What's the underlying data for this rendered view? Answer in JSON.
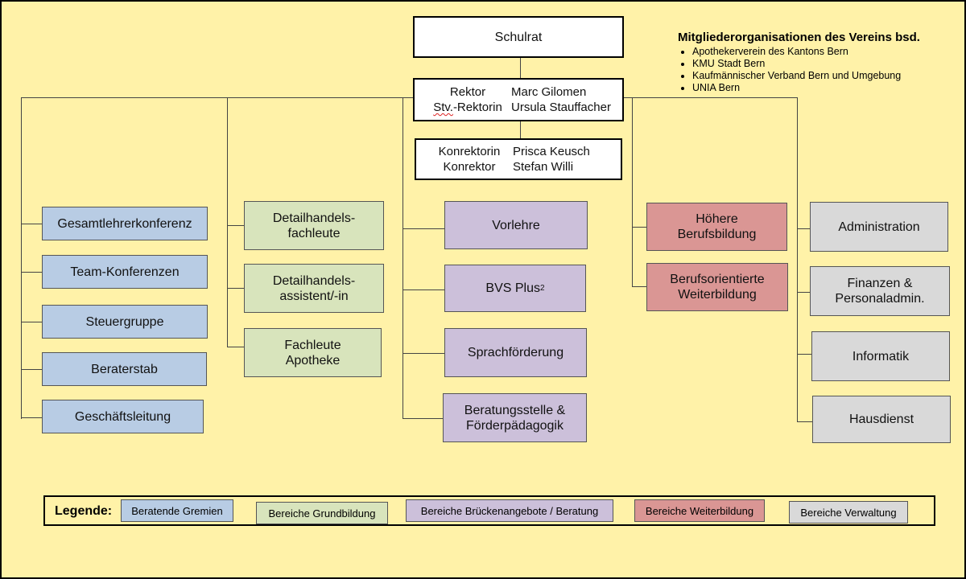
{
  "top": {
    "schulrat": "Schulrat",
    "rektorat": [
      {
        "role": "Rektor",
        "name": "Marc Gilomen"
      },
      {
        "role_prefix": "Stv.",
        "role": "-Rektorin",
        "name": "Ursula Stauffacher"
      }
    ],
    "konrektorat": [
      {
        "role": "Konrektorin",
        "name": "Prisca Keusch"
      },
      {
        "role": "Konrektor",
        "name": "Stefan Willi"
      }
    ]
  },
  "members": {
    "title": "Mitgliederorganisationen des Vereins bsd.",
    "items": [
      "Apothekerverein des Kantons Bern",
      "KMU Stadt Bern",
      "Kaufmännischer Verband Bern und Umgebung",
      "UNIA Bern"
    ]
  },
  "columns": {
    "beratend": [
      "Gesamtlehrerkonferenz",
      "Team-Konferenzen",
      "Steuergruppe",
      "Beraterstab",
      "Geschäftsleitung"
    ],
    "grundbildung": [
      "Detailhandels-\nfachleute",
      "Detailhandels-\nassistent/-in",
      "Fachleute\nApotheke"
    ],
    "brueckenangebote": {
      "vorlehre": "Vorlehre",
      "bvs": "BVS Plus",
      "bvs_sup": "2",
      "sprach": "Sprachförderung",
      "beratung": "Beratungsstelle  &\nFörderpädagogik"
    },
    "weiterbildung": [
      "Höhere\nBerufsbildung",
      "Berufsorientierte\nWeiterbildung"
    ],
    "verwaltung": [
      "Administration",
      "Finanzen  &\nPersonaladmin.",
      "Informatik",
      "Hausdienst"
    ]
  },
  "legend": {
    "title": "Legende:",
    "items": [
      "Beratende Gremien",
      "Bereiche Grundbildung",
      "Bereiche Brückenangebote / Beratung",
      "Bereiche Weiterbildung",
      "Bereiche Verwaltung"
    ]
  },
  "colors": {
    "background": "#fff2a8",
    "beratend": "#b8cce4",
    "grundbildung": "#d8e4bc",
    "brueckenangebote": "#ccc0da",
    "weiterbildung": "#da9694",
    "verwaltung": "#d9d9d9"
  }
}
